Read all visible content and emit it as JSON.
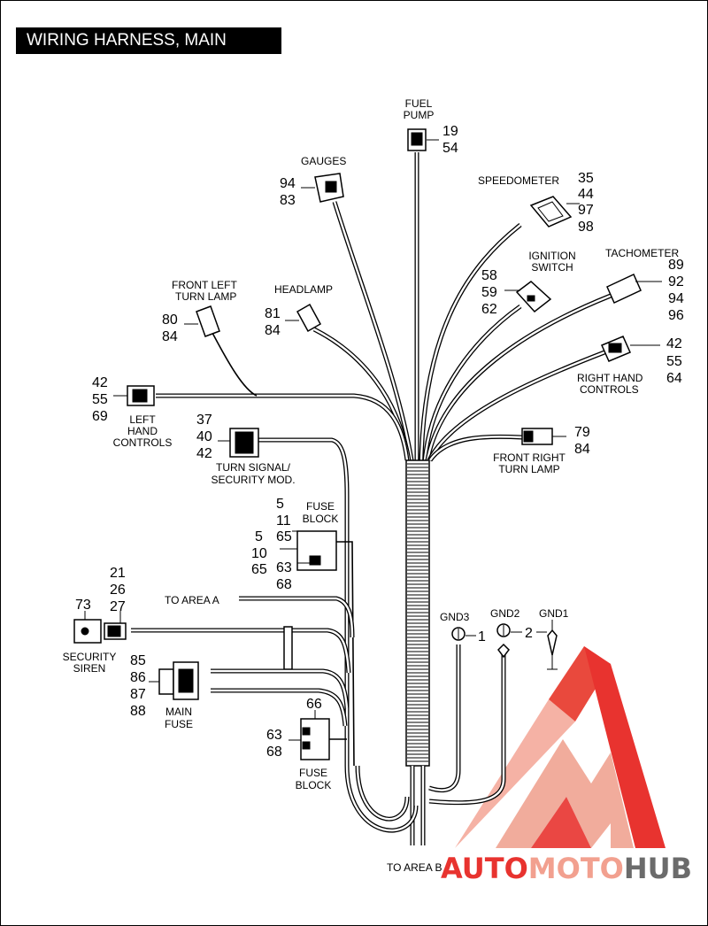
{
  "title": "WIRING HARNESS, MAIN",
  "components": {
    "fuel_pump": {
      "label1": "FUEL",
      "label2": "PUMP",
      "nums": [
        "19",
        "54"
      ]
    },
    "gauges": {
      "label": "GAUGES",
      "nums": [
        "94",
        "83"
      ]
    },
    "speedometer": {
      "label": "SPEEDOMETER",
      "nums": [
        "35",
        "44",
        "97",
        "98"
      ]
    },
    "ignition_switch": {
      "label1": "IGNITION",
      "label2": "SWITCH",
      "nums": [
        "58",
        "59",
        "62"
      ]
    },
    "tachometer": {
      "label": "TACHOMETER",
      "nums": [
        "89",
        "92",
        "94",
        "96"
      ]
    },
    "front_left_turn_lamp": {
      "label1": "FRONT LEFT",
      "label2": "TURN LAMP",
      "nums": [
        "80",
        "84"
      ]
    },
    "headlamp": {
      "label": "HEADLAMP",
      "nums": [
        "81",
        "84"
      ]
    },
    "right_hand_controls": {
      "label1": "RIGHT HAND",
      "label2": "CONTROLS",
      "nums": [
        "42",
        "55",
        "64"
      ]
    },
    "left_hand_controls": {
      "label1": "LEFT",
      "label2": "HAND",
      "label3": "CONTROLS",
      "nums": [
        "42",
        "55",
        "69"
      ]
    },
    "front_right_turn_lamp": {
      "label1": "FRONT RIGHT",
      "label2": "TURN LAMP",
      "nums": [
        "79",
        "84"
      ]
    },
    "turn_signal_module": {
      "label1": "TURN SIGNAL/",
      "label2": "SECURITY MOD.",
      "nums": [
        "37",
        "40",
        "42"
      ]
    },
    "fuse_block_upper": {
      "label1": "FUSE",
      "label2": "BLOCK",
      "nums_top": [
        "5",
        "11",
        "65"
      ],
      "nums_left": [
        "5",
        "10",
        "65"
      ],
      "nums_bottom": [
        "63",
        "68"
      ]
    },
    "security_siren": {
      "label1": "SECURITY",
      "label2": "SIREN",
      "num_left": "73",
      "nums": [
        "21",
        "26",
        "27"
      ]
    },
    "main_fuse": {
      "label1": "MAIN",
      "label2": "FUSE",
      "nums": [
        "85",
        "86",
        "87",
        "88"
      ]
    },
    "fuse_block_lower": {
      "label1": "FUSE",
      "label2": "BLOCK",
      "num_top": "66",
      "nums": [
        "63",
        "68"
      ]
    },
    "grounds": {
      "gnd3": "GND3",
      "gnd2": "GND2",
      "gnd1": "GND1",
      "n1": "1",
      "n2": "2"
    }
  },
  "area_a": "TO AREA A",
  "area_b": "TO AREA B",
  "watermark": {
    "part1": "AUTO",
    "part2": "MOTO",
    "part3": "HUB"
  },
  "colors": {
    "watermark_red": "#e8332f",
    "watermark_pink": "#f2a08f",
    "watermark_gray": "#6b6b6b"
  }
}
